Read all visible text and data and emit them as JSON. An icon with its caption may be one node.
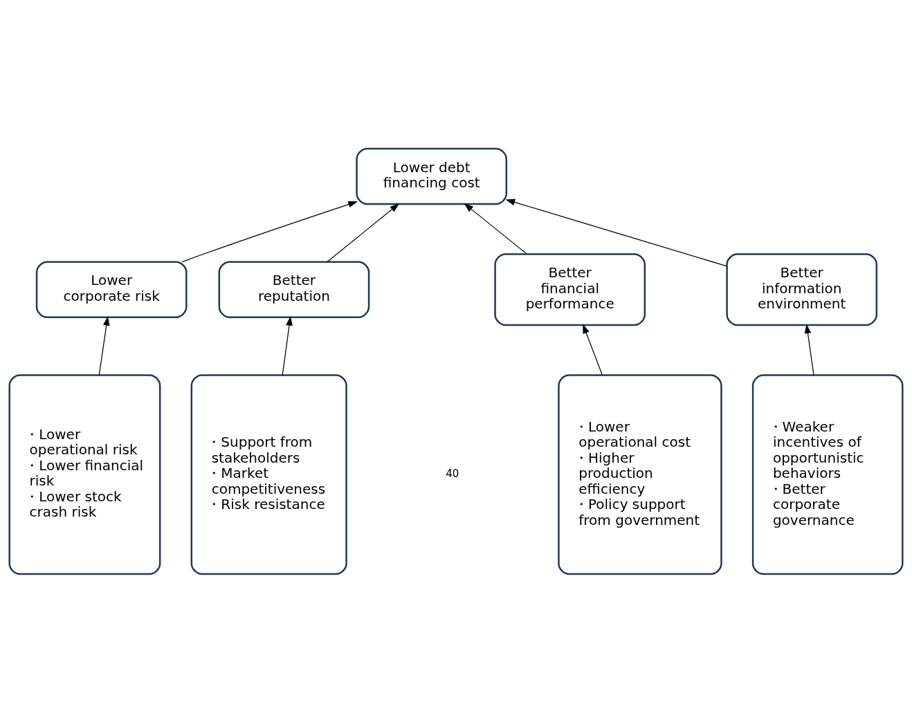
{
  "diagram": {
    "nodes": [
      {
        "text": [
          "Lower debt financing cost"
        ]
      },
      {
        "text": [
          "Lower corporate risk"
        ]
      },
      {
        "text": [
          "Better reputation"
        ]
      },
      {
        "text": [
          "Better financial performance"
        ]
      },
      {
        "text": [
          "Better information environment"
        ]
      },
      {
        "text": [
          "・Lower operational risk",
          "・Lower financial risk",
          "・Lower stock crash risk"
        ]
      },
      {
        "text": [
          "・Support from stakeholders",
          "・Market competitiveness",
          "・Risk resistance"
        ]
      },
      {
        "text": [
          "・Lower operational cost",
          "・Higher production efficiency",
          "・Policy support from government"
        ]
      },
      {
        "text": [
          "・Weaker incentives of opportunistic behaviors",
          "・Better corporate governance"
        ]
      }
    ],
    "edges": [
      {
        "from": 1,
        "to": 0,
        "arrow": "to"
      },
      {
        "from": 2,
        "to": 0,
        "arrow": "to"
      },
      {
        "from": 3,
        "to": 0,
        "arrow": "to"
      },
      {
        "from": 4,
        "to": 0,
        "arrow": "to"
      },
      {
        "from": 5,
        "to": 1,
        "arrow": "to"
      },
      {
        "from": 6,
        "to": 2,
        "arrow": "to"
      },
      {
        "from": 7,
        "to": 3,
        "arrow": "to"
      },
      {
        "from": 8,
        "to": 4,
        "arrow": "to"
      }
    ],
    "labels": [
      "40"
    ]
  }
}
